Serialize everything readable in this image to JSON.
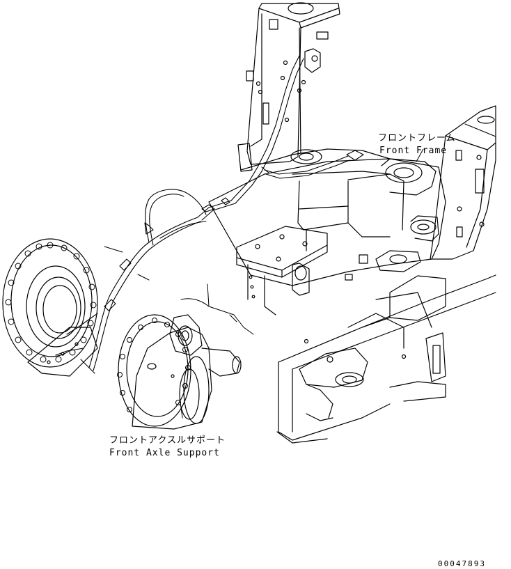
{
  "callouts": {
    "front_frame": {
      "jp": "フロントフレーム",
      "en": "Front Frame"
    },
    "front_axle_support": {
      "jp": "フロントアクスルサポート",
      "en": "Front Axle Support"
    }
  },
  "drawing_code": "00047893",
  "colors": {
    "line": "#000000",
    "background": "#ffffff"
  }
}
